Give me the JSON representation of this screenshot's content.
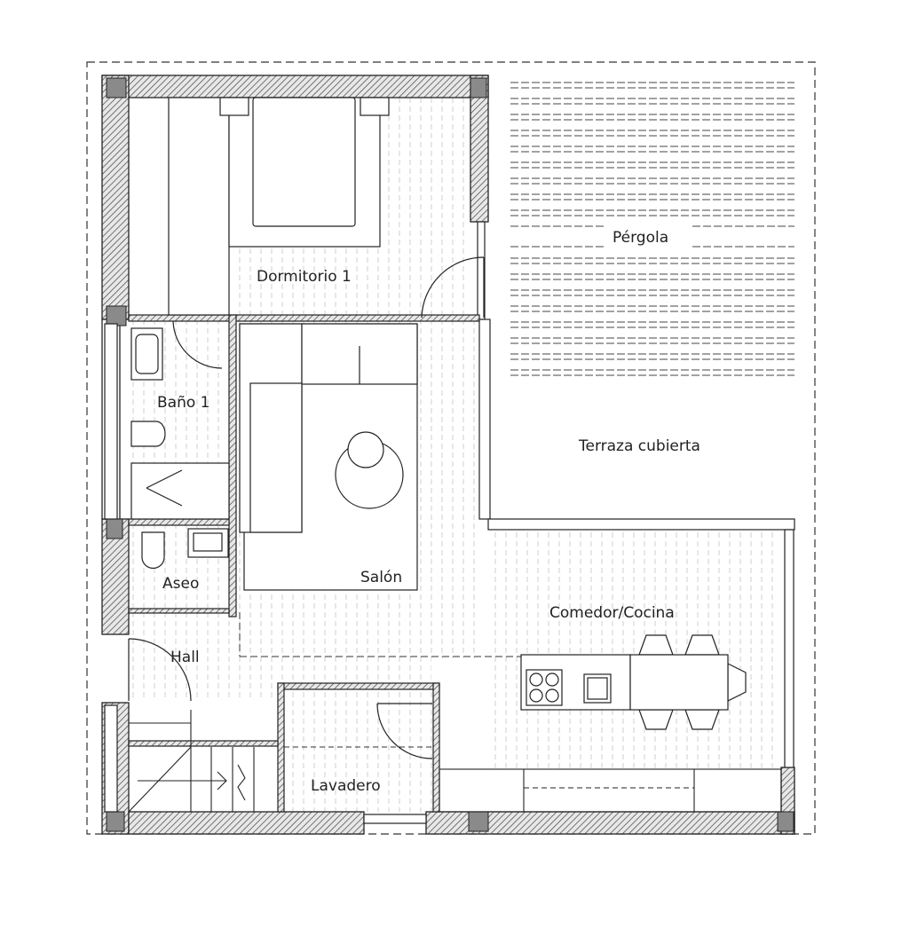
{
  "plan": {
    "rooms": {
      "dormitorio": "Dormitorio 1",
      "bano": "Baño 1",
      "aseo": "Aseo",
      "hall": "Hall",
      "salon": "Salón",
      "comedor": "Comedor/Cocina",
      "lavadero": "Lavadero",
      "pergola": "Pérgola",
      "terraza": "Terraza cubierta"
    },
    "colors": {
      "line": "#222222",
      "wall_hatch": "#555555",
      "column": "#8a8a8a",
      "floor_lines": "#c8c8c8"
    }
  }
}
